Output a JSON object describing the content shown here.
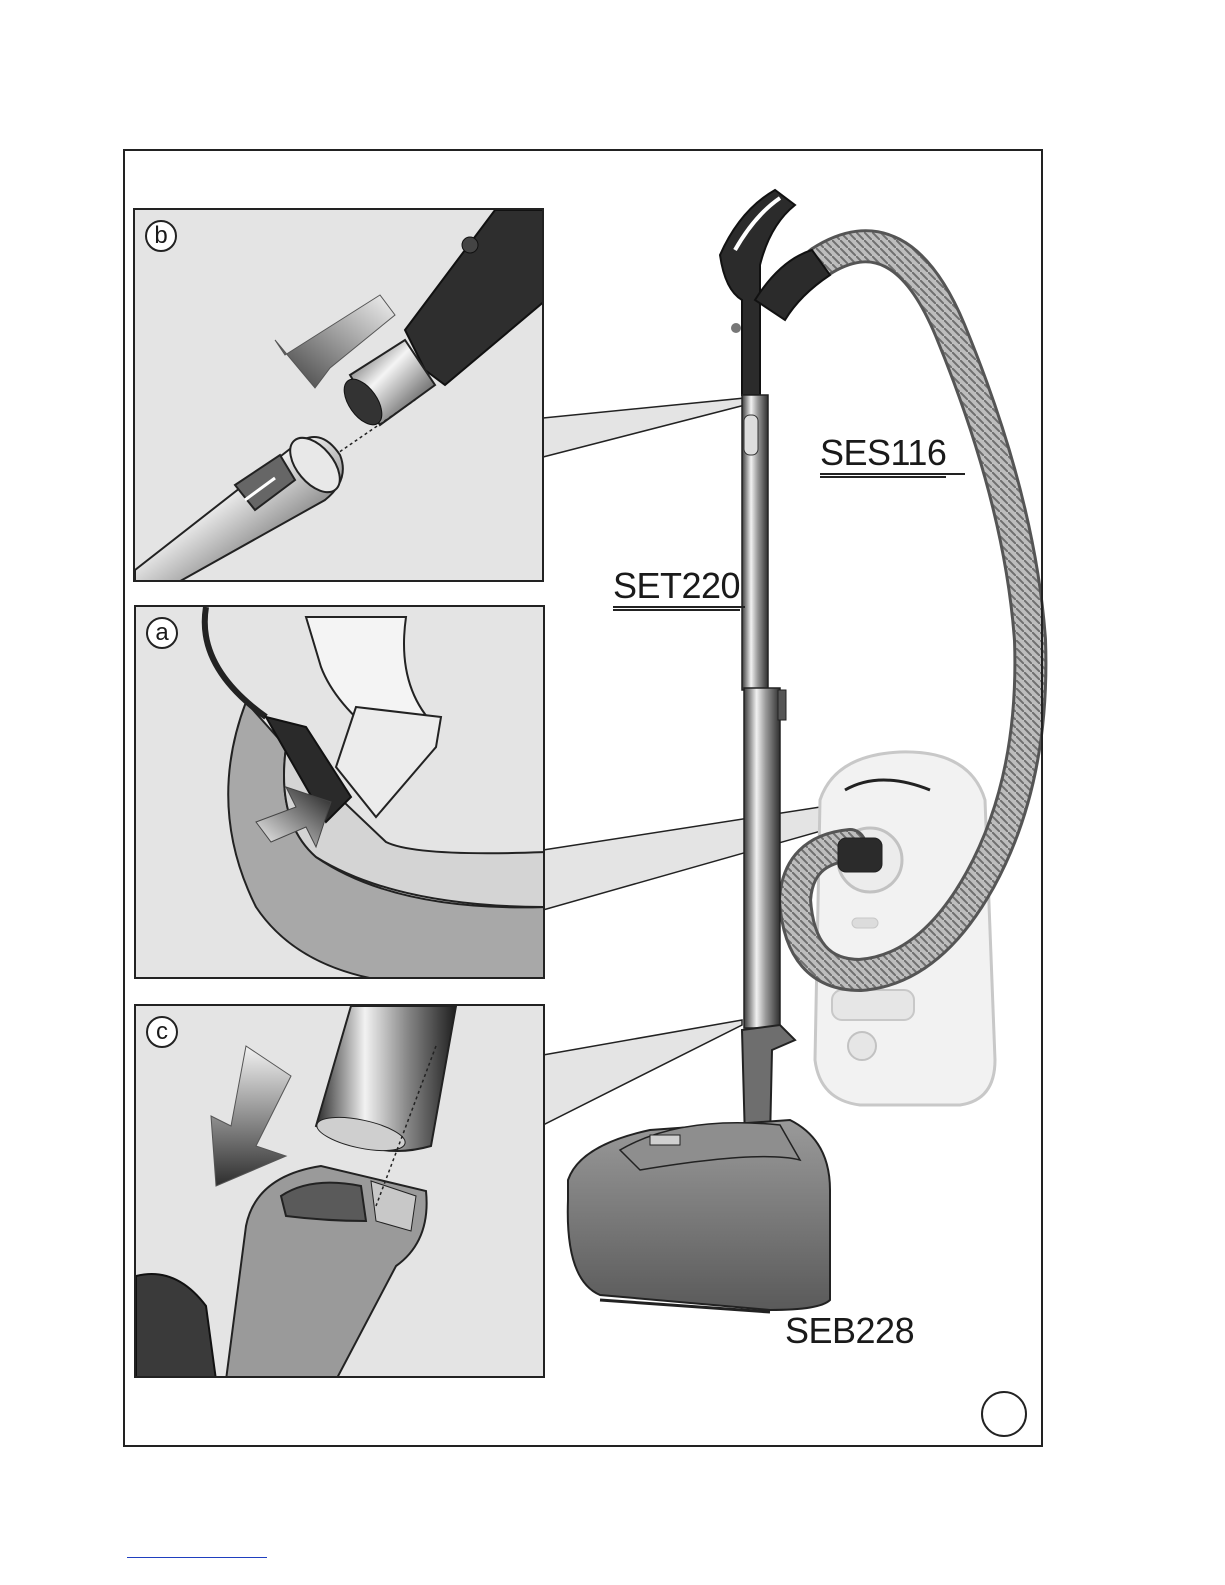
{
  "panels": {
    "b": {
      "letter": "b"
    },
    "a": {
      "letter": "a"
    },
    "c": {
      "letter": "c"
    }
  },
  "labels": {
    "hose": "SES116",
    "tube": "SET220",
    "floorhead": "SEB228"
  },
  "colors": {
    "line": "#222222",
    "panel_fill": "#e4e4e4",
    "dark_part": "#2b2b2b",
    "mid_gray": "#8a8a8a",
    "light_body": "#eeeeee"
  }
}
